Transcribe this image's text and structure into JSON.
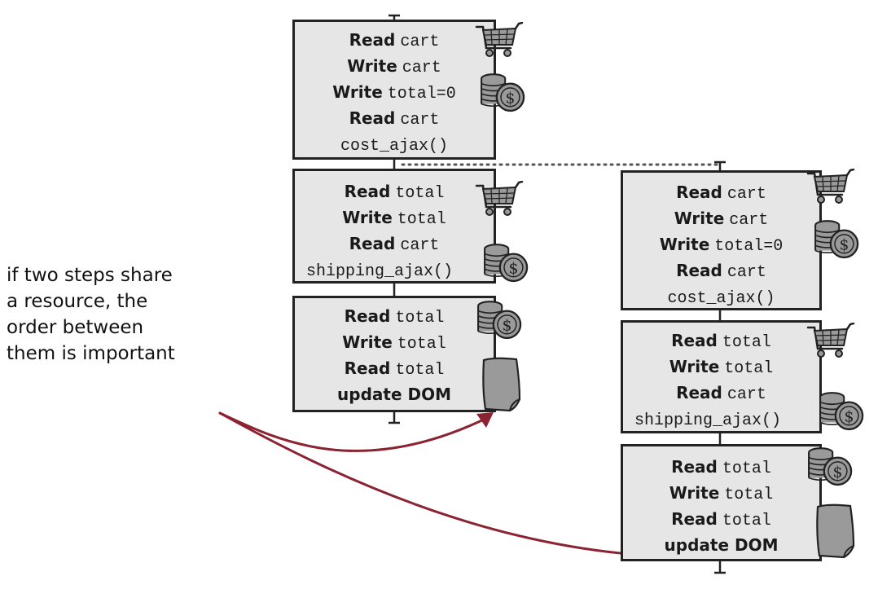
{
  "note": {
    "lines": [
      "if two steps share",
      "a resource, the",
      "order between",
      "them is important"
    ]
  },
  "left_column": {
    "step1": {
      "op1": {
        "kw": "Read",
        "target": "cart"
      },
      "op2": {
        "kw": "Write",
        "target": "cart"
      },
      "op3": {
        "kw": "Write",
        "target": "total=0"
      },
      "op4": {
        "kw": "Read",
        "target": "cart"
      },
      "call": "cost_ajax()"
    },
    "step2": {
      "op1": {
        "kw": "Read",
        "target": "total"
      },
      "op2": {
        "kw": "Write",
        "target": "total"
      },
      "op3": {
        "kw": "Read",
        "target": "cart"
      },
      "call": "shipping_ajax()"
    },
    "step3": {
      "op1": {
        "kw": "Read",
        "target": "total"
      },
      "op2": {
        "kw": "Write",
        "target": "total"
      },
      "op3": {
        "kw": "Read",
        "target": "total"
      },
      "call": "update DOM"
    }
  },
  "right_column": {
    "step1": {
      "op1": {
        "kw": "Read",
        "target": "cart"
      },
      "op2": {
        "kw": "Write",
        "target": "cart"
      },
      "op3": {
        "kw": "Write",
        "target": "total=0"
      },
      "op4": {
        "kw": "Read",
        "target": "cart"
      },
      "call": "cost_ajax()"
    },
    "step2": {
      "op1": {
        "kw": "Read",
        "target": "total"
      },
      "op2": {
        "kw": "Write",
        "target": "total"
      },
      "op3": {
        "kw": "Read",
        "target": "cart"
      },
      "call": "shipping_ajax()"
    },
    "step3": {
      "op1": {
        "kw": "Read",
        "target": "total"
      },
      "op2": {
        "kw": "Write",
        "target": "total"
      },
      "op3": {
        "kw": "Read",
        "target": "total"
      },
      "call": "update DOM"
    }
  },
  "icons": {
    "cart": "shopping-cart-icon",
    "money": "coin-stack-icon",
    "document": "document-icon"
  },
  "colors": {
    "box_fill": "#e6e6e6",
    "box_border": "#222222",
    "arrow": "#8b2332",
    "icon_gray": "#9a9a9a"
  }
}
